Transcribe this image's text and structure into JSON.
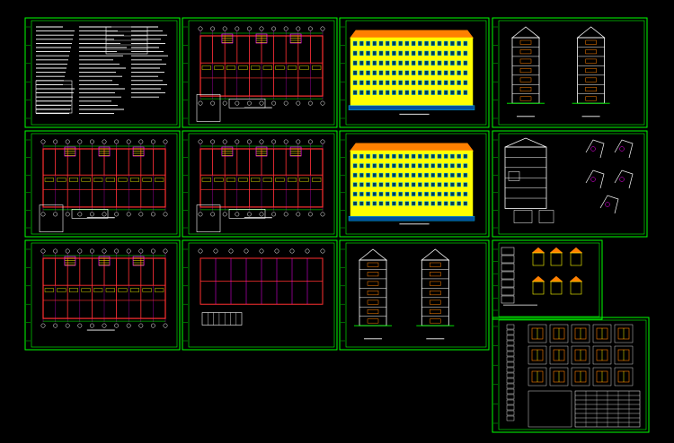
{
  "canvas": {
    "background": "#000000"
  },
  "colors": {
    "sheet_border": "#00ff00",
    "wall": "#ff3030",
    "axis": "#ff00ff",
    "text": "#ffffff",
    "yellow": "#ffff00",
    "orange": "#ff8000",
    "cyan": "#00c8ff"
  },
  "sheets": [
    {
      "id": "design-notes",
      "kind": "notes"
    },
    {
      "id": "ground-floor-plan",
      "kind": "plan"
    },
    {
      "id": "front-elevation",
      "kind": "elevation"
    },
    {
      "id": "side-elevations",
      "kind": "side"
    },
    {
      "id": "standard-floor-plan",
      "kind": "plan"
    },
    {
      "id": "second-floor-plan",
      "kind": "plan"
    },
    {
      "id": "rear-elevation",
      "kind": "elevation"
    },
    {
      "id": "section-and-details",
      "kind": "section"
    },
    {
      "id": "attic-floor-plan",
      "kind": "plan"
    },
    {
      "id": "roof-plan",
      "kind": "roof"
    },
    {
      "id": "end-elevations",
      "kind": "side"
    },
    {
      "id": "node-details",
      "kind": "details"
    },
    {
      "id": "door-window-schedule",
      "kind": "schedule"
    }
  ]
}
